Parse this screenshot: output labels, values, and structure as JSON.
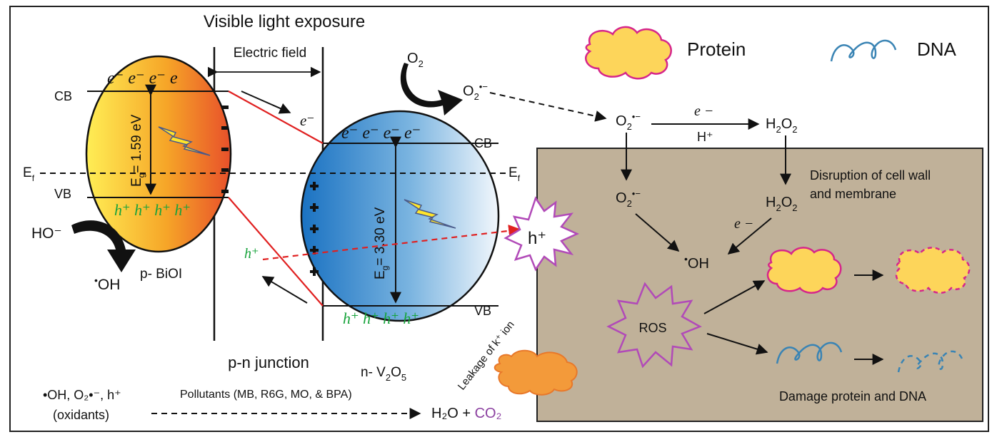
{
  "title": "Visible light exposure",
  "electric_field": "Electric field",
  "legend": {
    "protein": "Protein",
    "dna": "DNA"
  },
  "biol": {
    "cb": "CB",
    "vb": "VB",
    "ef": "E",
    "ef_sub": "f",
    "electrons": "e⁻ e⁻ e⁻ e",
    "holes": "h⁺ h⁺ h⁺ h⁺",
    "band_gap_e": "E",
    "band_gap_sub": "g",
    "band_gap_value": "= 1.59 eV",
    "ho": "HO⁻",
    "oh": "OH",
    "oh_dot": "•",
    "label": "p- BiOI"
  },
  "v2o5": {
    "cb": "CB",
    "vb": "VB",
    "ef": "E",
    "ef_sub": "f",
    "electrons": "e⁻ e⁻ e⁻ e⁻",
    "holes": "h⁺ h⁺ h⁺ h⁺",
    "band_gap_e": "E",
    "band_gap_sub": "g",
    "band_gap_value": "= 3.30 eV",
    "label_prefix": "n- V",
    "label_sub1": "2",
    "label_mid": "O",
    "label_sub2": "5"
  },
  "junction": "p-n junction",
  "carriers": {
    "e_label": "e⁻",
    "h_label": "h⁺"
  },
  "o2": {
    "o": "O",
    "sub": "2",
    "radical_sup": "•−"
  },
  "reactions": {
    "e_minus": "e −",
    "h_plus": "H⁺",
    "h2o2": "H",
    "h2o2_sub": "2",
    "h2o2_o": "O",
    "h2o2_sub2": "2",
    "e_minus2": "e −",
    "oh": "OH",
    "oh_dot": "•"
  },
  "cell": {
    "disruption_line1": "Disruption of cell wall",
    "disruption_line2": "and membrane",
    "ros": "ROS",
    "hplus": "h⁺",
    "damage": "Damage protein and DNA"
  },
  "leakage": "Leakage of k⁺ ion",
  "bottom": {
    "oxidants_line1": "•OH, O₂•⁻, h⁺",
    "oxidants_line2": "(oxidants)",
    "pollutants": "Pollutants (MB, R6G, MO, & BPA)",
    "products_prefix": "H₂O + ",
    "products_co2": "CO₂"
  },
  "colors": {
    "cell_bg": "#c0b199",
    "red_line": "#e02020",
    "hole_green": "#17a33b",
    "pink": "#d6268b",
    "purple": "#a055b4",
    "cloud_yellow": "#fdd55a",
    "dna_blue": "#3a84b4",
    "co2_purple": "#8b3fa0"
  }
}
